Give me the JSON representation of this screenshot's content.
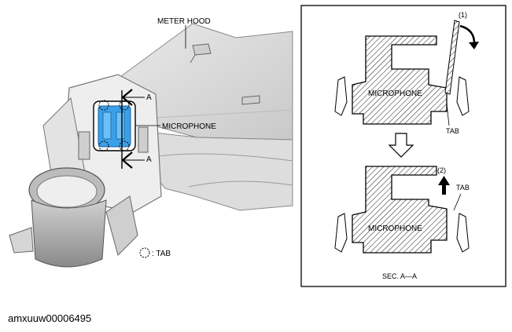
{
  "labels": {
    "meter_hood": "METER HOOD",
    "microphone": "MICROPHONE",
    "section_marker": "A",
    "tab_legend": ": TAB",
    "tab": "TAB",
    "step1": "(1)",
    "step2": "(2)",
    "section_caption": "SEC. A—A"
  },
  "document_id": "amxuuw00006495",
  "colors": {
    "microphone_body": "#3aa0e8",
    "line": "#000000",
    "housing_gray": "#dcdcdc"
  }
}
